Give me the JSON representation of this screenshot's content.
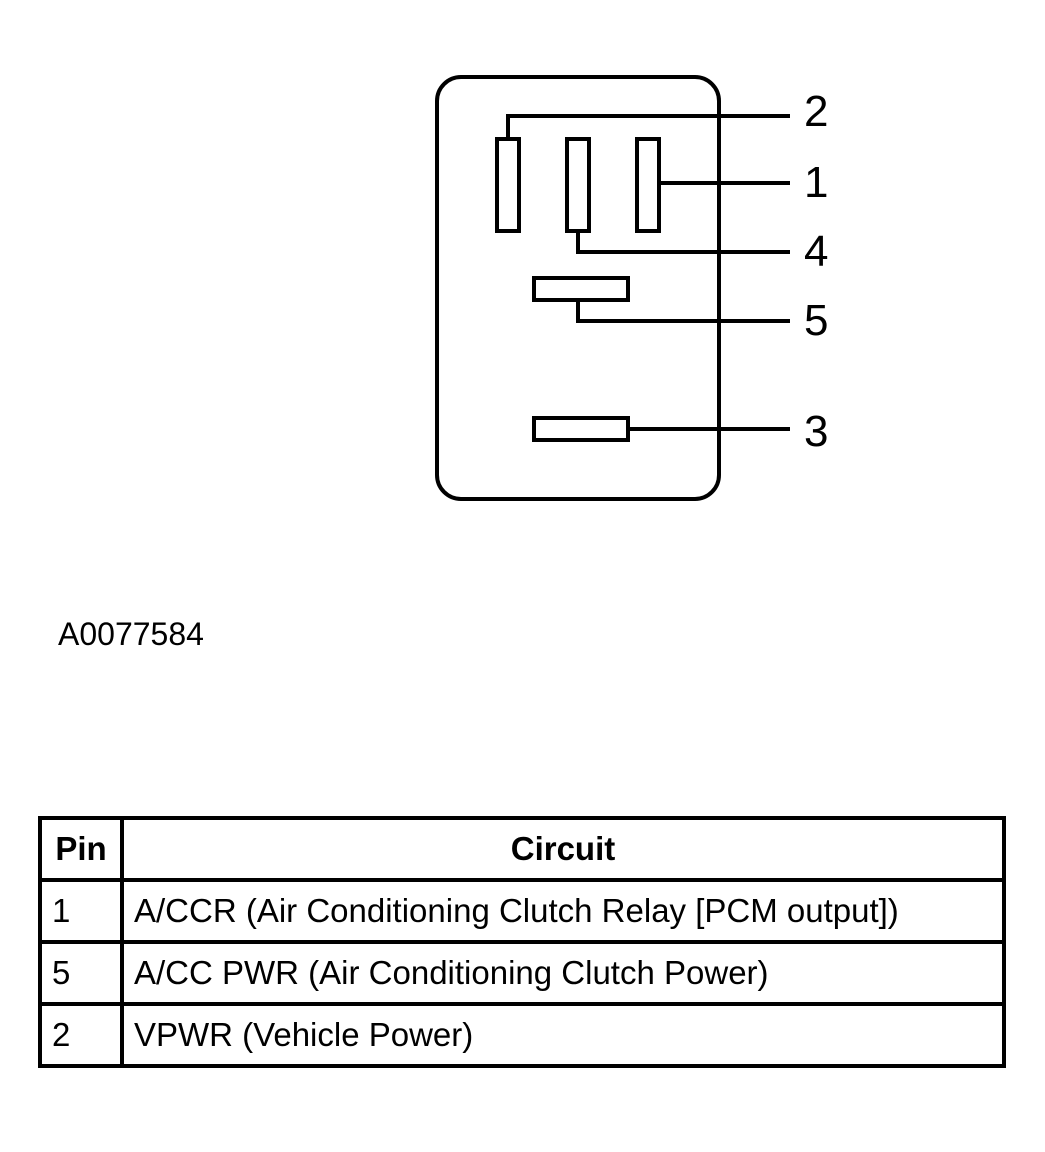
{
  "diagram": {
    "figure_id": "A0077584",
    "pins": [
      {
        "label": "2"
      },
      {
        "label": "1"
      },
      {
        "label": "4"
      },
      {
        "label": "5"
      },
      {
        "label": "3"
      }
    ]
  },
  "table": {
    "headers": {
      "pin": "Pin",
      "circuit": "Circuit"
    },
    "rows": [
      {
        "pin": "1",
        "circuit": "A/CCR (Air Conditioning Clutch Relay [PCM output])"
      },
      {
        "pin": "5",
        "circuit": "A/CC PWR (Air Conditioning Clutch Power)"
      },
      {
        "pin": "2",
        "circuit": "VPWR (Vehicle Power)"
      }
    ]
  }
}
